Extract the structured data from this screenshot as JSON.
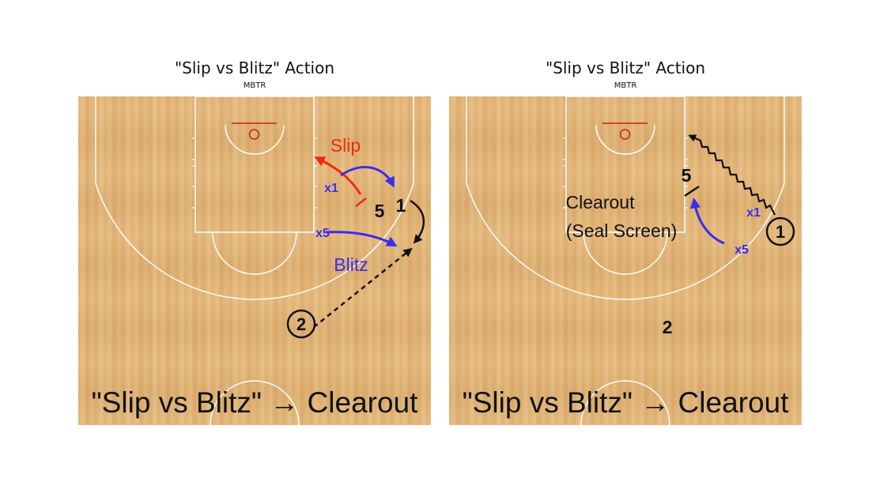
{
  "left_diagram": {
    "title": "\"Slip vs Blitz\" Action",
    "subtitle": "MBTR",
    "labels": {
      "slip": "Slip",
      "blitz": "Blitz",
      "x1": "x1",
      "x5": "x5",
      "player_5": "5",
      "player_1": "1",
      "player_2": "2"
    },
    "caption": "\"Slip vs Blitz\" → Clearout"
  },
  "right_diagram": {
    "title": "\"Slip vs Blitz\" Action",
    "subtitle": "MBTR",
    "labels": {
      "clearout_line1": "Clearout",
      "clearout_line2": "(Seal Screen)",
      "x1": "x1",
      "x5": "x5",
      "player_5": "5",
      "player_1": "1",
      "player_2": "2"
    },
    "caption": "\"Slip vs Blitz\" → Clearout"
  },
  "colors": {
    "offense": "#111111",
    "defense_blue": "#3a2df0",
    "slip_red": "#f02a10",
    "rim": "#c8201a",
    "court_lines": "#ffffff"
  }
}
